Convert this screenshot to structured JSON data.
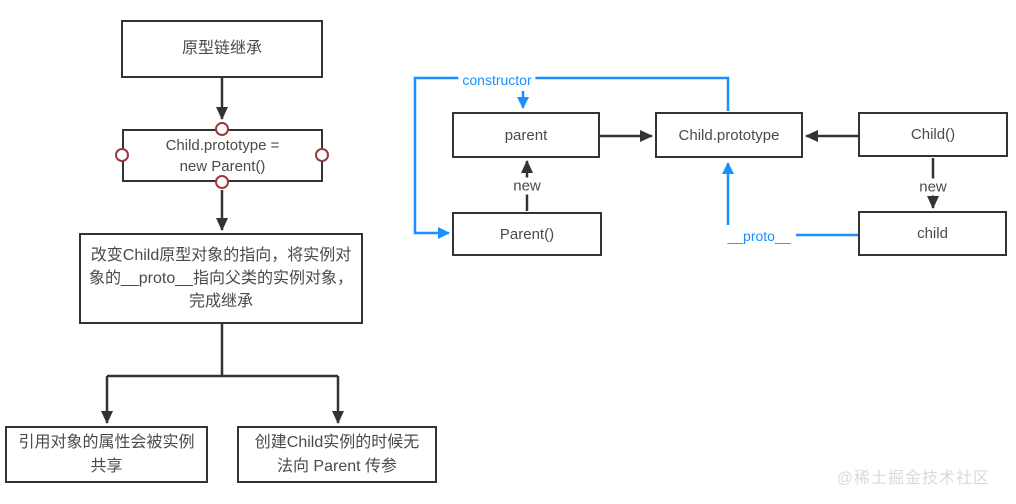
{
  "colors": {
    "line": "#333333",
    "text": "#4a4a4a",
    "accent_blue": "#1890ff",
    "handle_red": "#9a3b3b",
    "watermark_gray": "#dadada",
    "background": "#ffffff"
  },
  "flowchart": {
    "title": "原型链继承",
    "code_line1": "Child.prototype =",
    "code_line2": "new Parent()",
    "description_line1": "改变Child原型对象的指向，将实例对",
    "description_line2": "象的__proto__指向父类的实例对象，",
    "description_line3": "完成继承",
    "drawback1_line1": "引用对象的属性会被实例",
    "drawback1_line2": "共享",
    "drawback2_line1": "创建Child实例的时候无",
    "drawback2_line2": "法向 Parent 传参"
  },
  "prototype_diagram": {
    "nodes": {
      "parent_instance": "parent",
      "parent_constructor": "Parent()",
      "child_prototype": "Child.prototype",
      "child_constructor": "Child()",
      "child_instance": "child"
    },
    "labels": {
      "constructor": "constructor",
      "new_parent": "new",
      "new_child": "new",
      "proto": "__proto__"
    }
  },
  "watermark": "@稀土掘金技术社区"
}
